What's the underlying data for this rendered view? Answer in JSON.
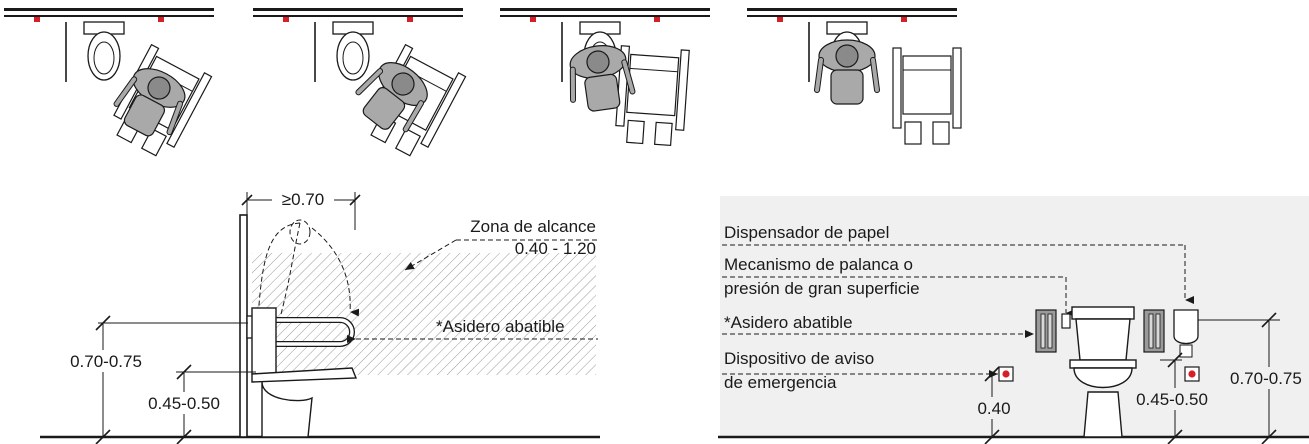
{
  "sequence": {
    "steps": [
      {
        "id": "step-1"
      },
      {
        "id": "step-2"
      },
      {
        "id": "step-3"
      },
      {
        "id": "step-4"
      }
    ]
  },
  "side_view": {
    "dim_top": "≥0.70",
    "reach_zone_title": "Zona de alcance",
    "reach_zone_range": "0.40 - 1.20",
    "grab_bar_label": "*Asidero abatible",
    "dim_height_bar": "0.70-0.75",
    "dim_height_seat": "0.45-0.50"
  },
  "elevation": {
    "paper_dispenser": "Dispensador de papel",
    "flush_line1": "Mecanismo de palanca o",
    "flush_line2": "presión de gran superficie",
    "grab_bar": "*Asidero abatible",
    "alarm_line1": "Dispositivo de aviso",
    "alarm_line2": "de emergencia",
    "dim_alarm": "0.40",
    "dim_seat": "0.45-0.50",
    "dim_bar": "0.70-0.75"
  },
  "colors": {
    "figure": "#a9a9a9",
    "alarm_dot": "#d61f26",
    "wall_marker": "#d61f26",
    "elevation_bg": "#f0f0f0",
    "hatch": "#9a9a9a"
  }
}
